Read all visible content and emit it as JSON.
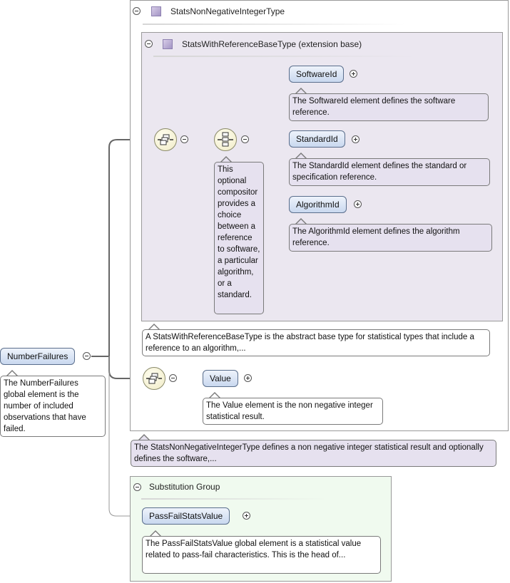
{
  "outer_type": {
    "title": "StatsNonNegativeIntegerType"
  },
  "inner_type": {
    "title": "StatsWithReferenceBaseType (extension base)"
  },
  "root_element": {
    "name": "NumberFailures",
    "description": "The NumberFailures global element is the number of included observations that have failed."
  },
  "choice_compositor": {
    "description": "This optional compositor provides a choice between a reference to software, a particular algorithm, or a standard."
  },
  "choice_children": [
    {
      "name": "SoftwareId",
      "description": "The SoftwareId element defines the software reference."
    },
    {
      "name": "StandardId",
      "description": "The StandardId element defines the standard or specification reference."
    },
    {
      "name": "AlgorithmId",
      "description": "The AlgorithmId element defines the algorithm reference."
    }
  ],
  "inner_type_description": "A StatsWithReferenceBaseType is the abstract base type for statistical types that include a reference to an algorithm,...",
  "value_element": {
    "name": "Value",
    "description": "The Value element is the non negative integer statistical result."
  },
  "outer_type_description": "The StatsNonNegativeIntegerType defines a non negative integer statistical result and optionally defines the software,...",
  "substitution_group": {
    "title": "Substitution Group",
    "element": "PassFailStatsValue",
    "description": "The PassFailStatsValue global element is a statistical value related to pass-fail characteristics. This is the head of..."
  }
}
